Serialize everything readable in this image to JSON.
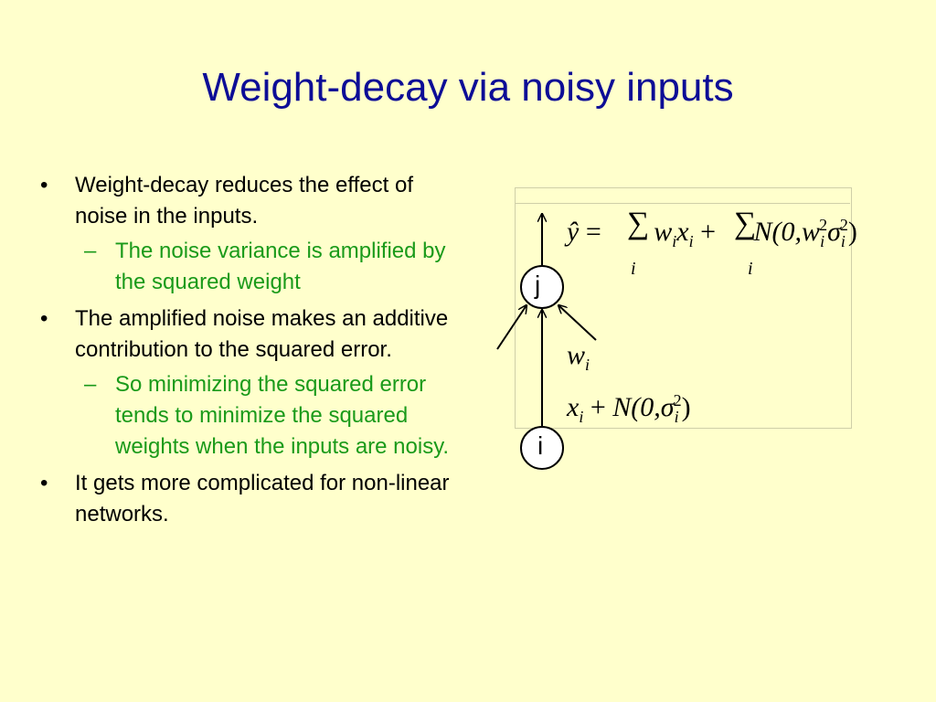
{
  "slide": {
    "title": "Weight-decay via noisy inputs",
    "bullets": [
      {
        "marker": "•",
        "text": "Weight-decay reduces the effect of noise in the inputs.",
        "sub": [
          {
            "marker": "–",
            "text": "The noise variance is amplified by the squared weight"
          }
        ]
      },
      {
        "marker": "•",
        "text": "The amplified noise makes an additive contribution to the squared error.",
        "sub": [
          {
            "marker": "–",
            "text": "So minimizing the squared error tends to minimize the squared weights when the inputs are noisy."
          }
        ]
      },
      {
        "marker": "•",
        "text": "It gets more complicated for non-linear networks.",
        "sub": []
      }
    ]
  },
  "diagram": {
    "node_top": "j",
    "node_bottom": "i",
    "equation_output": {
      "lhs": "ŷ",
      "equals": "=",
      "sum": "∑",
      "term1_w": "w",
      "term1_x": "x",
      "sub_i": "i",
      "plus": "+",
      "noise": "N(0,",
      "w": "w",
      "sup2": "2",
      "sigma": "σ",
      "close": ")"
    },
    "weight_label": {
      "w": "w",
      "sub": "i"
    },
    "input_label": {
      "x": "x",
      "sub": "i",
      "plus": "+",
      "noise": "N(0,",
      "sigma": "σ",
      "sup": "2",
      "close": ")"
    }
  },
  "colors": {
    "background": "#ffffcc",
    "title": "#0d0d96",
    "sub_bullet": "#1a9a1a",
    "text": "#000000"
  }
}
